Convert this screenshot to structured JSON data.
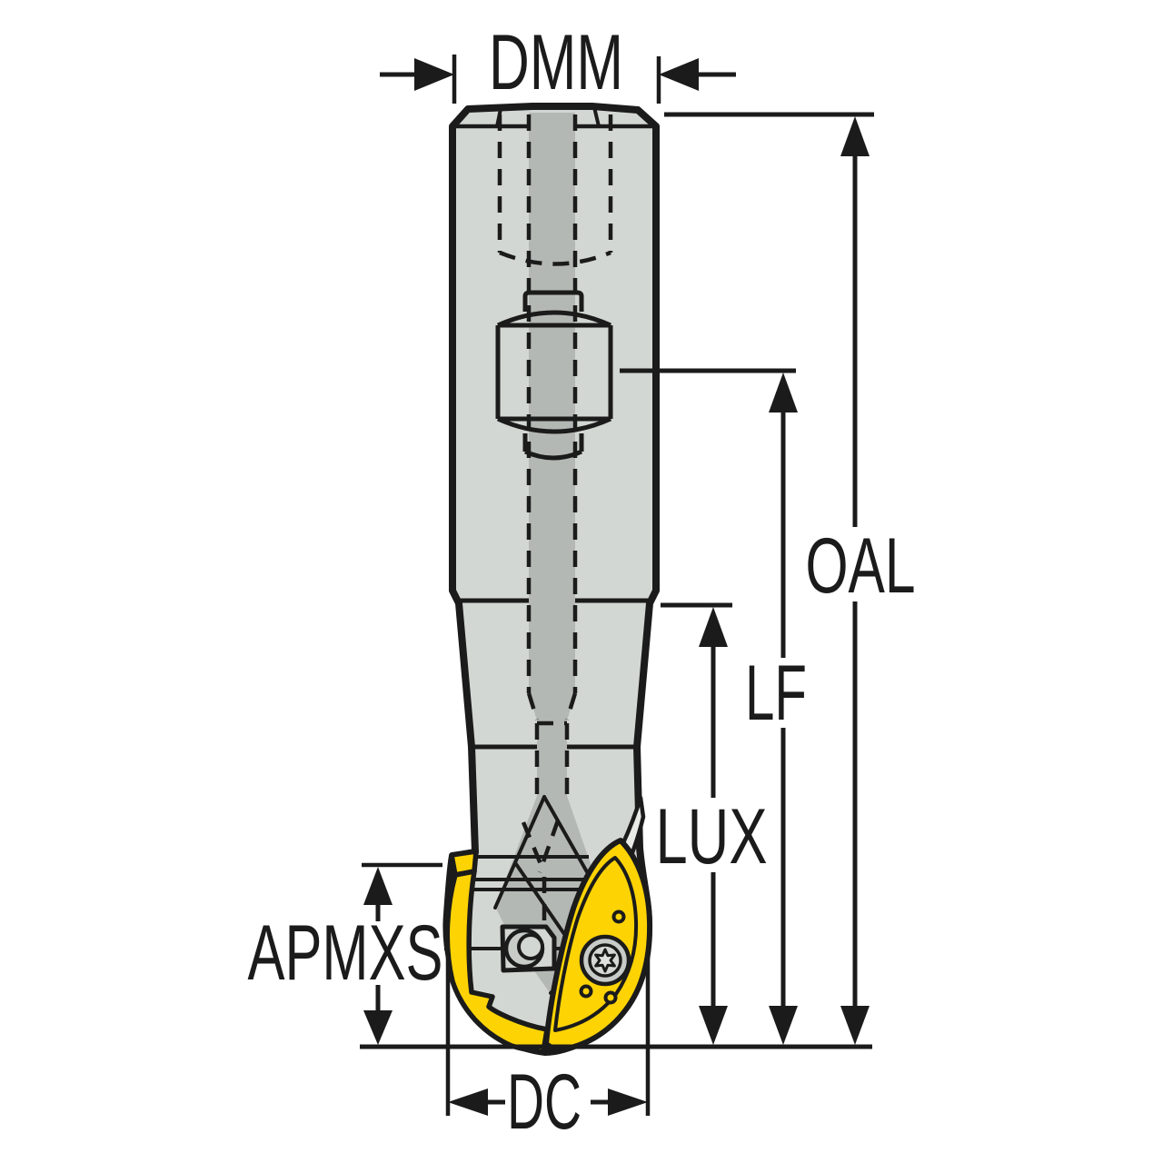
{
  "diagram": {
    "title": "Indexable ball nose end mill dimension drawing",
    "labels": {
      "dmm": "DMM",
      "oal": "OAL",
      "lf": "LF",
      "lux": "LUX",
      "apmxs": "APMXS",
      "dc": "DC"
    },
    "colors": {
      "background": "#ffffff",
      "outline": "#1b1b1b",
      "body_gray": "#d3d7d3",
      "bore_gray": "#b4b8b4",
      "pocket_highlight": "#e9ebe7",
      "insert_yellow": "#fdd304",
      "screw_gray": "#c8ccc8",
      "star_gray": "#dfe2de"
    }
  }
}
